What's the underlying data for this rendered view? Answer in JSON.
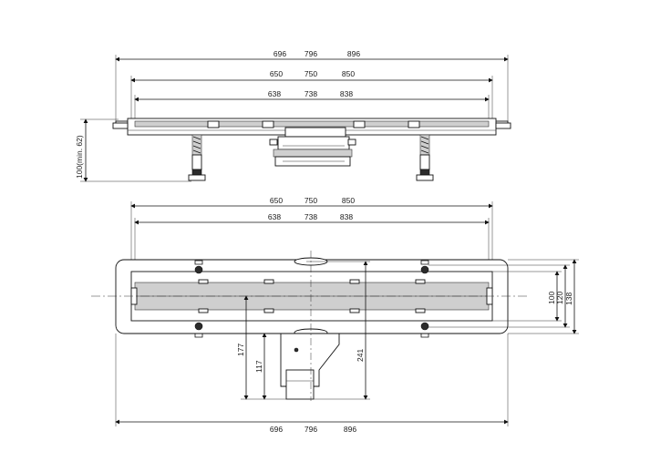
{
  "side_view": {
    "dim_outer": [
      "696",
      "796",
      "896"
    ],
    "dim_middle": [
      "650",
      "750",
      "850"
    ],
    "dim_inner": [
      "638",
      "738",
      "838"
    ],
    "height_label": "100(min. 62)"
  },
  "top_view": {
    "dim_top_outer": [
      "650",
      "750",
      "850"
    ],
    "dim_top_inner": [
      "638",
      "738",
      "838"
    ],
    "dim_bottom": [
      "696",
      "796",
      "896"
    ],
    "widths": [
      "100",
      "120",
      "138"
    ],
    "depth_177": "177",
    "depth_117": "117",
    "depth_241": "241"
  }
}
